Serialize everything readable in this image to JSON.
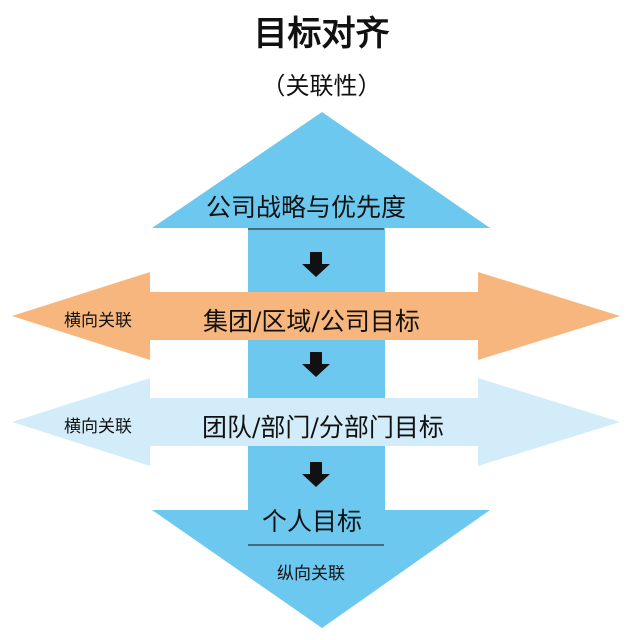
{
  "title": "目标对齐",
  "subtitle": "（关联性）",
  "colors": {
    "vertical_blue": "#6cc8ef",
    "orange": "#f7b67d",
    "light_blue": "#d3ecf9",
    "down_arrow": "#111111"
  },
  "levels": {
    "company_strategy": "公司战略与优先度",
    "group_region_company": "集团/区域/公司目标",
    "team_department": "团队/部门/分部门目标",
    "individual": "个人目标"
  },
  "relations": {
    "horizontal_1": "横向关联",
    "horizontal_2": "横向关联",
    "vertical": "纵向关联"
  },
  "icons": [
    "down-arrow-icon",
    "down-arrow-icon",
    "down-arrow-icon"
  ]
}
